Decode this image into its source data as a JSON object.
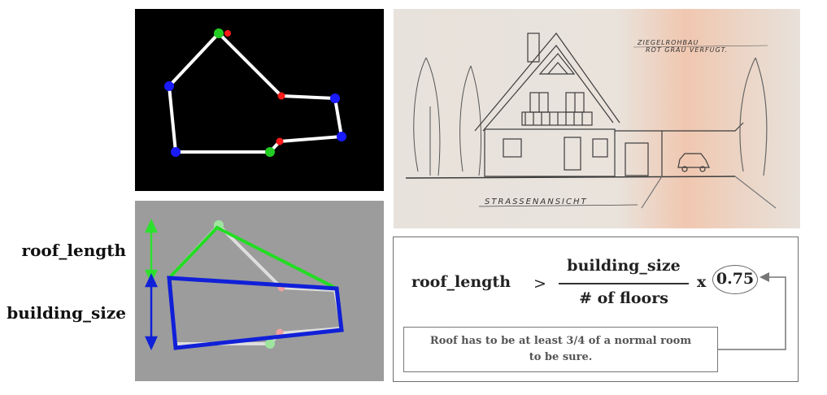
{
  "labels": {
    "roof_length": "roof_length",
    "building_size": "building_size"
  },
  "sketch": {
    "caption": "STRASSENANSICHT",
    "note_line1": "ZIEGELROHBAU",
    "note_line2": "ROT  GRAU VERFUGT."
  },
  "formula": {
    "lhs": "roof_length",
    "operator": ">",
    "numerator": "building_size",
    "denominator": "# of floors",
    "times": "x",
    "factor": "0.75",
    "note": "Roof has to be at least 3/4 of a normal room to be sure."
  },
  "colors": {
    "roof_arrow": "#2ee02e",
    "building_arrow": "#1020d8",
    "vertex_blue": "#1a1aff",
    "vertex_green": "#22cc22",
    "vertex_red": "#ff1a1a"
  }
}
